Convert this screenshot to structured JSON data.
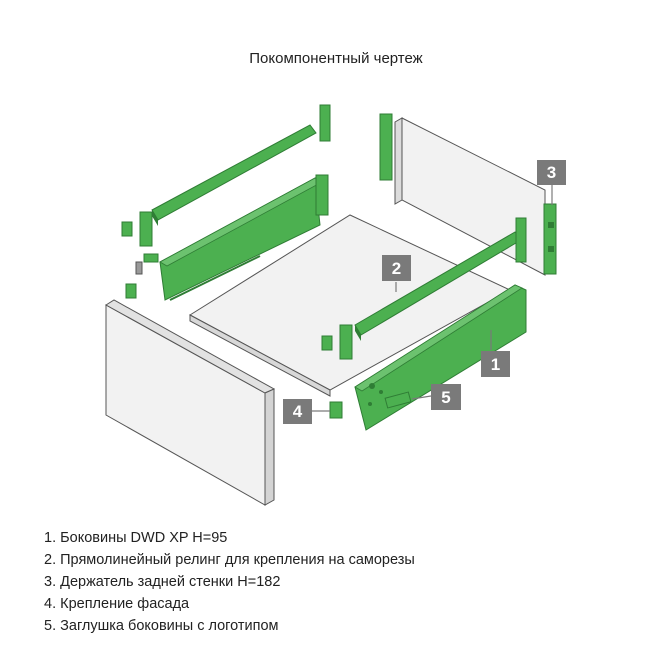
{
  "title": "Покомпонентный чертеж",
  "colors": {
    "green": "#4cb050",
    "green_dark": "#2f7d35",
    "panel": "#f2f2f2",
    "panel_edge": "#555555",
    "callout": "#7a7a7a"
  },
  "callouts": [
    "1",
    "2",
    "3",
    "4",
    "5"
  ],
  "legend": [
    "1. Боковины DWD XP H=95",
    "2. Прямолинейный релинг для крепления на саморезы",
    "3. Держатель задней стенки H=182",
    "4. Крепление фасада",
    "5. Заглушка боковины с логотипом"
  ]
}
